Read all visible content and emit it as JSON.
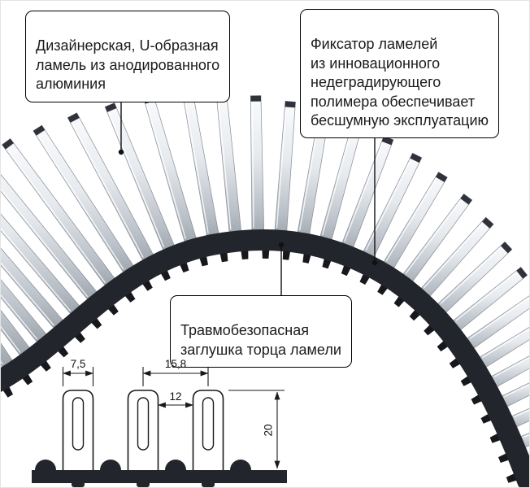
{
  "callouts": [
    {
      "text": "Дизайнерская, U-образная\nламель из анодированного\nалюминия"
    },
    {
      "text": "Фиксатор ламелей\nиз инновационного\nнедеградирующего\nполимера обеспечивает\nбесшумную эксплуатацию"
    },
    {
      "text": "Травмобезопасная\nзаглушка торца ламели"
    }
  ],
  "dimension_drawing": {
    "labels": {
      "slat_width": "7,5",
      "pitch": "15,8",
      "gap": "12",
      "height": "20"
    }
  },
  "colors": {
    "polymer": "#23252c",
    "polymer_dark": "#17181d",
    "metal_dark": "#8f959d",
    "metal_mid": "#b9bfc7",
    "metal_light": "#e6eaee",
    "metal_bright": "#fafbfd",
    "outline": "#1a1a1a"
  }
}
